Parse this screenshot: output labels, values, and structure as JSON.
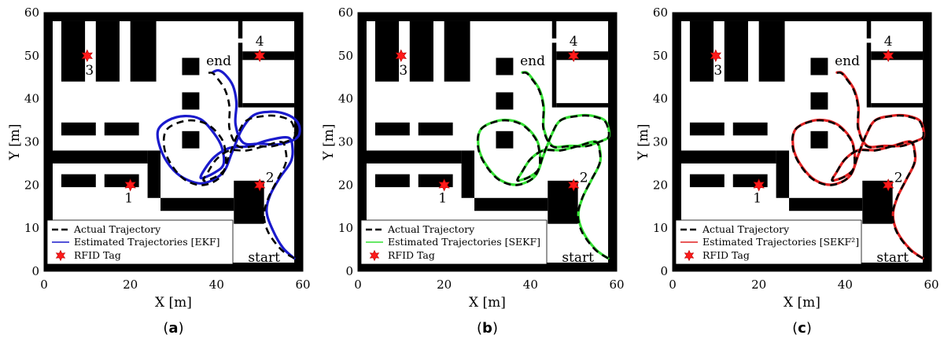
{
  "chart_data": [
    {
      "type": "line",
      "panel_label": "a",
      "xlabel": "X [m]",
      "ylabel": "Y [m]",
      "xlim": [
        0,
        60
      ],
      "ylim": [
        0,
        60
      ],
      "x_ticks": [
        "0",
        "20",
        "40",
        "60"
      ],
      "y_ticks": [
        "0",
        "10",
        "20",
        "30",
        "40",
        "50",
        "60"
      ],
      "grid": false,
      "legend_position": "bottom-left",
      "estimate_color": "#1a1acc",
      "legend": {
        "actual": "Actual Trajectory",
        "estimated": "Estimated Trajectories [EKF]",
        "rfid": "RFID Tag"
      },
      "series": [
        {
          "name": "Actual Trajectory",
          "style": "dashed",
          "color": "#000000",
          "x": [
            58,
            55,
            52,
            51,
            52,
            54,
            56,
            56,
            55,
            51,
            47,
            43,
            40,
            38,
            37,
            40,
            42,
            42,
            41,
            38,
            34,
            30,
            28,
            28,
            30,
            33,
            37,
            41,
            43,
            45,
            47,
            51,
            54,
            57,
            58,
            58,
            56,
            53,
            49,
            45,
            43,
            43,
            42,
            40,
            39,
            38
          ],
          "y": [
            3,
            5,
            9,
            13,
            17,
            21,
            25,
            28,
            30,
            29,
            28,
            28,
            26,
            23,
            21,
            22,
            24,
            28,
            31,
            34,
            35,
            34,
            32,
            28,
            24,
            21,
            20,
            22,
            27,
            32,
            35,
            36,
            36,
            35,
            33,
            31,
            30,
            29,
            29,
            29,
            33,
            38,
            42,
            45,
            46,
            46
          ]
        },
        {
          "name": "Estimated Trajectories [EKF]",
          "style": "solid",
          "color": "#1a1acc",
          "x": [
            58,
            55.4,
            53,
            51.6,
            52.4,
            54.6,
            57.2,
            57.6,
            56.6,
            52,
            47.4,
            43,
            39.6,
            37.2,
            36.4,
            39.4,
            41.6,
            41.2,
            39.4,
            36.4,
            32.6,
            28.8,
            26.4,
            27,
            29.2,
            32.4,
            36.8,
            41.4,
            43.6,
            45.8,
            48.6,
            52.6,
            55.6,
            58,
            59.2,
            59,
            57.2,
            54,
            50.2,
            46.2,
            44.4,
            44.6,
            43.8,
            42,
            40.4,
            39.2
          ],
          "y": [
            3,
            5.4,
            9.6,
            13.8,
            17.6,
            21.6,
            25.4,
            28.6,
            31,
            30.4,
            29,
            28.6,
            26.6,
            23.6,
            21.6,
            22.8,
            24.8,
            28.8,
            32,
            35.2,
            36,
            35,
            32.6,
            28.4,
            24.4,
            21.6,
            20.4,
            22.8,
            27.6,
            32.8,
            36.2,
            37,
            36.6,
            35.4,
            33.6,
            31.4,
            30.2,
            29.4,
            29.6,
            29.8,
            34,
            39,
            43,
            45.6,
            46.6,
            46.2
          ]
        }
      ],
      "tags": {
        "x": [
          20,
          50,
          10,
          50
        ],
        "y": [
          20,
          20,
          50,
          50
        ],
        "labels": [
          "1",
          "2",
          "3",
          "4"
        ]
      },
      "annotations": {
        "start": "start",
        "end": "end"
      }
    },
    {
      "type": "line",
      "panel_label": "b",
      "xlabel": "X [m]",
      "ylabel": "Y [m]",
      "xlim": [
        0,
        60
      ],
      "ylim": [
        0,
        60
      ],
      "x_ticks": [
        "0",
        "20",
        "40",
        "60"
      ],
      "y_ticks": [
        "0",
        "10",
        "20",
        "30",
        "40",
        "50",
        "60"
      ],
      "grid": false,
      "legend_position": "bottom-left",
      "estimate_color": "#33e033",
      "legend": {
        "actual": "Actual Trajectory",
        "estimated": "Estimated Trajectories [SEKF]",
        "rfid": "RFID Tag"
      },
      "series": [
        {
          "name": "Actual Trajectory",
          "style": "dashed",
          "color": "#000000",
          "x": [
            58,
            55,
            52,
            51,
            52,
            54,
            56,
            56,
            55,
            51,
            47,
            43,
            40,
            38,
            37,
            40,
            42,
            42,
            41,
            38,
            34,
            30,
            28,
            28,
            30,
            33,
            37,
            41,
            43,
            45,
            47,
            51,
            54,
            57,
            58,
            58,
            56,
            53,
            49,
            45,
            43,
            43,
            42,
            40,
            39,
            38
          ],
          "y": [
            3,
            5,
            9,
            13,
            17,
            21,
            25,
            28,
            30,
            29,
            28,
            28,
            26,
            23,
            21,
            22,
            24,
            28,
            31,
            34,
            35,
            34,
            32,
            28,
            24,
            21,
            20,
            22,
            27,
            32,
            35,
            36,
            36,
            35,
            33,
            31,
            30,
            29,
            29,
            29,
            33,
            38,
            42,
            45,
            46,
            46
          ]
        },
        {
          "name": "Estimated Trajectories [SEKF]",
          "style": "solid",
          "color": "#33e033",
          "x": [
            58,
            55.1,
            52.2,
            51.1,
            52.1,
            54.1,
            56.1,
            56.1,
            55.1,
            51.1,
            47.1,
            43.1,
            40.1,
            38.1,
            37.1,
            40.1,
            42.1,
            42.1,
            41.1,
            38.1,
            34.1,
            30.1,
            28.1,
            28.1,
            30.1,
            33.1,
            37.1,
            41.1,
            43.1,
            45.1,
            47.1,
            51.1,
            54.1,
            57.1,
            58.1,
            58.1,
            56.1,
            53.1,
            49.1,
            45.1,
            43.1,
            43.1,
            42.1,
            40.1,
            39.1,
            38.1
          ],
          "y": [
            3,
            5.1,
            9.1,
            13.1,
            17.1,
            21.1,
            25.1,
            28.1,
            30.1,
            29.1,
            28.1,
            28.1,
            26.1,
            23.1,
            21.1,
            22.1,
            24.1,
            28.1,
            31.1,
            34.1,
            35.1,
            34.1,
            32.1,
            28.1,
            24.1,
            21.1,
            20.1,
            22.1,
            27.1,
            32.1,
            35.1,
            36.1,
            36.1,
            35.1,
            33.1,
            31.1,
            30.1,
            29.1,
            29.1,
            29.1,
            33.1,
            38.1,
            42.1,
            45.1,
            46.1,
            46.1
          ]
        }
      ],
      "tags": {
        "x": [
          20,
          50,
          10,
          50
        ],
        "y": [
          20,
          20,
          50,
          50
        ],
        "labels": [
          "1",
          "2",
          "3",
          "4"
        ]
      },
      "annotations": {
        "start": "start",
        "end": "end"
      }
    },
    {
      "type": "line",
      "panel_label": "c",
      "xlabel": "X [m]",
      "ylabel": "Y [m]",
      "xlim": [
        0,
        60
      ],
      "ylim": [
        0,
        60
      ],
      "x_ticks": [
        "0",
        "20",
        "40",
        "60"
      ],
      "y_ticks": [
        "0",
        "10",
        "20",
        "30",
        "40",
        "50",
        "60"
      ],
      "grid": false,
      "legend_position": "bottom-left",
      "estimate_color": "#e02020",
      "legend": {
        "actual": "Actual Trajectory",
        "estimated": "Estimated Trajectories [SEKF²]",
        "rfid": "RFID Tag"
      },
      "series": [
        {
          "name": "Actual Trajectory",
          "style": "dashed",
          "color": "#000000",
          "x": [
            58,
            55,
            52,
            51,
            52,
            54,
            56,
            56,
            55,
            51,
            47,
            43,
            40,
            38,
            37,
            40,
            42,
            42,
            41,
            38,
            34,
            30,
            28,
            28,
            30,
            33,
            37,
            41,
            43,
            45,
            47,
            51,
            54,
            57,
            58,
            58,
            56,
            53,
            49,
            45,
            43,
            43,
            42,
            40,
            39,
            38
          ],
          "y": [
            3,
            5,
            9,
            13,
            17,
            21,
            25,
            28,
            30,
            29,
            28,
            28,
            26,
            23,
            21,
            22,
            24,
            28,
            31,
            34,
            35,
            34,
            32,
            28,
            24,
            21,
            20,
            22,
            27,
            32,
            35,
            36,
            36,
            35,
            33,
            31,
            30,
            29,
            29,
            29,
            33,
            38,
            42,
            45,
            46,
            46
          ]
        },
        {
          "name": "Estimated Trajectories [SEKF²]",
          "style": "solid",
          "color": "#e02020",
          "x": [
            58,
            55.1,
            52.1,
            51.1,
            52.1,
            54.1,
            56.1,
            56.1,
            55.1,
            51.1,
            47.1,
            43.1,
            40.1,
            38.1,
            37.1,
            40.1,
            42.1,
            42.1,
            41.1,
            38.1,
            34.1,
            30.1,
            28.1,
            28.1,
            30.1,
            33.1,
            37.1,
            41.1,
            43.1,
            45.1,
            47.1,
            51.1,
            54.1,
            57.1,
            58.1,
            58.1,
            56.1,
            53.1,
            49.1,
            45.1,
            43.1,
            43.1,
            42.1,
            40.1,
            39.1,
            38.1
          ],
          "y": [
            3,
            5.1,
            9.1,
            13.1,
            17.1,
            21.1,
            25.1,
            28.1,
            30.1,
            29.1,
            28.1,
            28.1,
            26.1,
            23.1,
            21.1,
            22.1,
            24.1,
            28.1,
            31.1,
            34.1,
            35.1,
            34.1,
            32.1,
            28.1,
            24.1,
            21.1,
            20.1,
            22.1,
            27.1,
            32.1,
            35.1,
            36.1,
            36.1,
            35.1,
            33.1,
            31.1,
            30.1,
            29.1,
            29.1,
            29.1,
            33.1,
            38.1,
            42.1,
            45.1,
            46.1,
            46.1
          ]
        }
      ],
      "tags": {
        "x": [
          20,
          50,
          10,
          50
        ],
        "y": [
          20,
          20,
          50,
          50
        ],
        "labels": [
          "1",
          "2",
          "3",
          "4"
        ]
      },
      "annotations": {
        "start": "start",
        "end": "end"
      }
    }
  ]
}
